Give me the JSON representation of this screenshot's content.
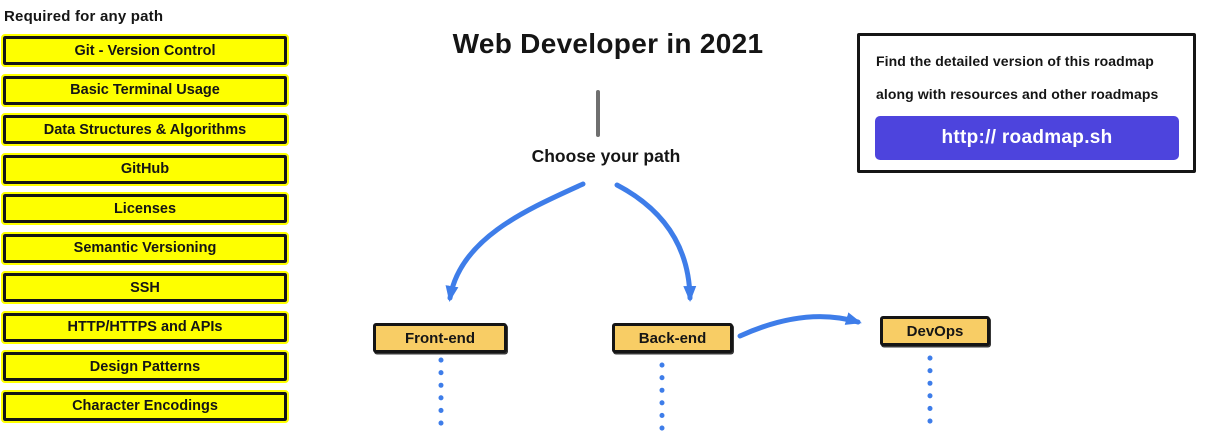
{
  "header": {
    "title": "Web Developer in 2021"
  },
  "sidebar": {
    "heading": "Required for any path",
    "items": [
      "Git - Version Control",
      "Basic Terminal Usage",
      "Data Structures & Algorithms",
      "GitHub",
      "Licenses",
      "Semantic Versioning",
      "SSH",
      "HTTP/HTTPS and APIs",
      "Design Patterns",
      "Character Encodings"
    ]
  },
  "flow": {
    "choose_label": "Choose your path",
    "nodes": {
      "frontend": "Front-end",
      "backend": "Back-end",
      "devops": "DevOps"
    }
  },
  "info_box": {
    "line1": "Find the detailed version of this roadmap",
    "line2": "along with resources and other roadmaps",
    "button_label": "http:// roadmap.sh"
  },
  "colors": {
    "highlight_yellow": "#feff00",
    "node_amber": "#f8cd65",
    "arrow_blue": "#3e7de9",
    "button_purple": "#4d44dd",
    "line_gray": "#6f6f6f",
    "ink_black": "#151515"
  }
}
